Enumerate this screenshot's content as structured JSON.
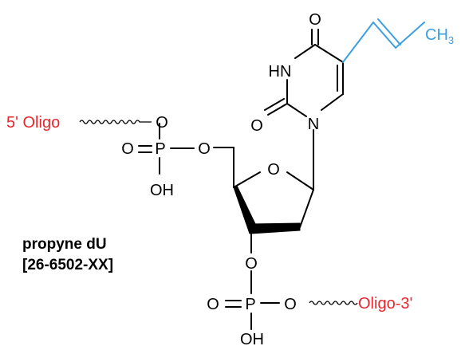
{
  "diagram": {
    "atoms": {
      "oxo_top": "O",
      "nh": "HN",
      "oxo_left": "O",
      "n1": "N",
      "ring_o": "O",
      "o5": "O",
      "p5_o": "O",
      "p5": "P",
      "p5_bridge_o": "O",
      "p5_oh": "OH",
      "o3": "O",
      "p3_o": "O",
      "p3": "P",
      "p3_bridge_o": "O",
      "p3_oh": "OH",
      "ch3_main": "CH",
      "ch3_sub": "3"
    },
    "labels": {
      "oligo5": "5' Oligo",
      "oligo3": "Oligo-3'"
    },
    "caption": {
      "line1": "propyne dU",
      "line2": "[26-6502-XX]"
    }
  },
  "colors": {
    "bond": "#000000",
    "oligo": "#e8262d",
    "propyne": "#3aa0e0"
  }
}
